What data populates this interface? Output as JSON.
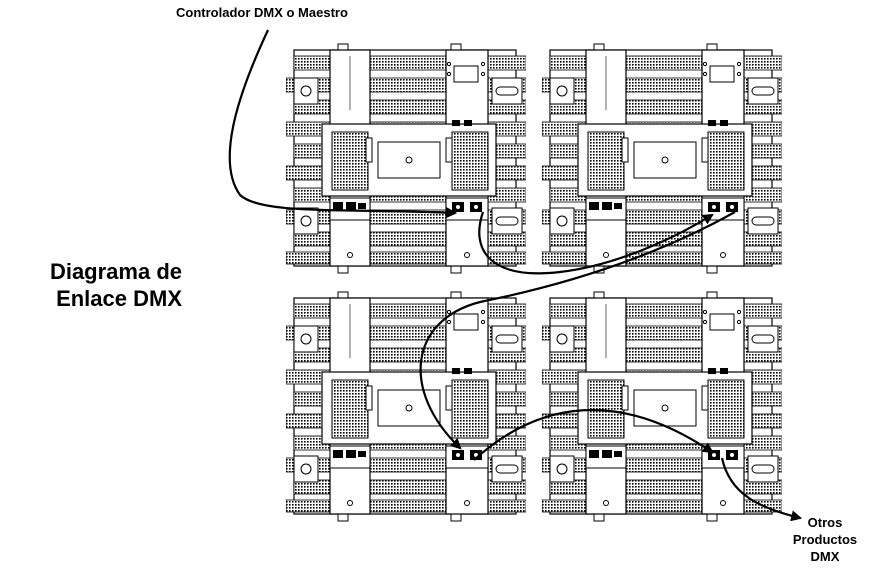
{
  "diagram": {
    "title_line1": "Diagrama de",
    "title_line2": "Enlace DMX",
    "controller_label": "Controlador DMX o Maestro",
    "other_line1": "Otros",
    "other_line2": "Productos",
    "other_line3": "DMX"
  },
  "fixtures": [
    {
      "name": "fixture-top-left"
    },
    {
      "name": "fixture-top-right"
    },
    {
      "name": "fixture-bottom-left"
    },
    {
      "name": "fixture-bottom-right"
    }
  ],
  "colors": {
    "ink": "#000000",
    "background": "#ffffff"
  }
}
